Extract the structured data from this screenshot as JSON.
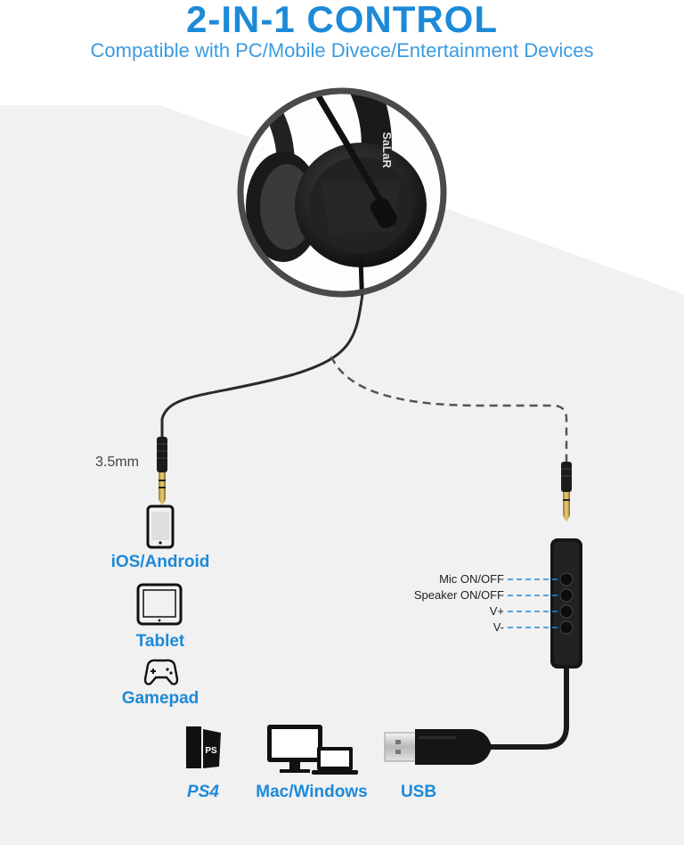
{
  "header": {
    "title": "2-IN-1 CONTROL",
    "subtitle": "Compatible with PC/Mobile Divece/Entertainment Devices"
  },
  "product": {
    "brand_mark": "SaLaR"
  },
  "connectors": {
    "jack_label": "3.5mm",
    "usb_label": "USB"
  },
  "devices": [
    {
      "label": "iOS/Android",
      "icon": "smartphone-icon"
    },
    {
      "label": "Tablet",
      "icon": "tablet-icon"
    },
    {
      "label": "Gamepad",
      "icon": "gamepad-icon"
    },
    {
      "label": "PS4",
      "icon": "playstation-icon"
    },
    {
      "label": "Mac/Windows",
      "icon": "computer-icon"
    }
  ],
  "controls": [
    {
      "label": "Mic ON/OFF"
    },
    {
      "label": "Speaker ON/OFF"
    },
    {
      "label": "V+"
    },
    {
      "label": "V-"
    }
  ],
  "colors": {
    "accent": "#1d8ad8",
    "cable": "#2a2a2a",
    "background": "#f6f6f6"
  }
}
